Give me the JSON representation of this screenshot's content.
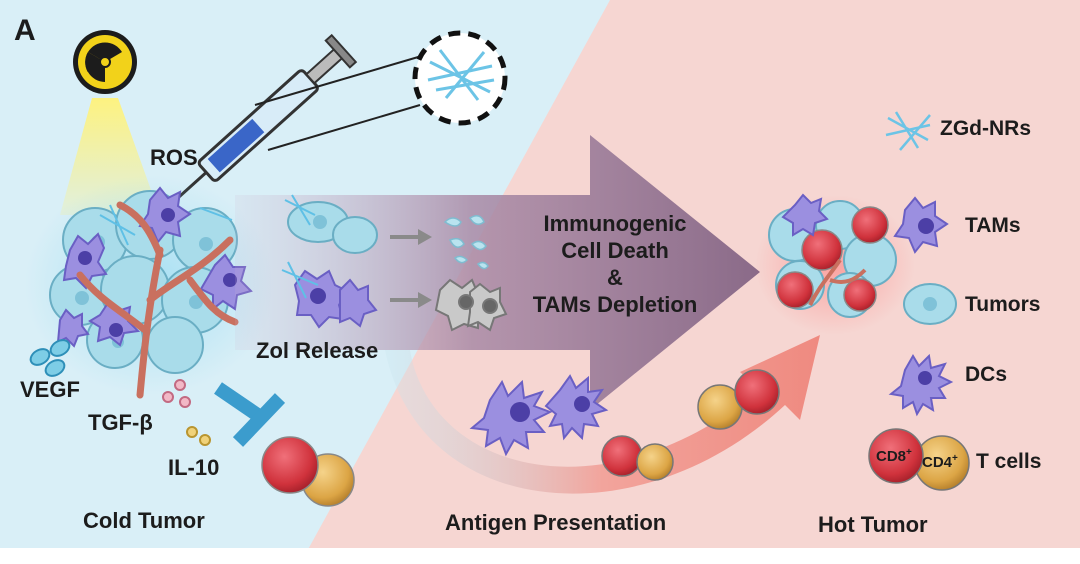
{
  "figure": {
    "panel_label": "A",
    "labels": {
      "ros": "ROS",
      "vegf": "VEGF",
      "tgf": "TGF-β",
      "il10": "IL-10",
      "cold_tumor": "Cold Tumor",
      "zol_release": "Zol Release",
      "process_line1": "Immunogenic",
      "process_line2": "Cell Death",
      "process_line3": "&",
      "process_line4": "TAMs Depletion",
      "antigen_presentation": "Antigen Presentation",
      "hot_tumor": "Hot Tumor"
    },
    "legend": [
      {
        "key": "zgd",
        "label": "ZGd-NRs"
      },
      {
        "key": "tams",
        "label": "TAMs"
      },
      {
        "key": "tumors",
        "label": "Tumors"
      },
      {
        "key": "dcs",
        "label": "DCs"
      },
      {
        "key": "tcells",
        "label": "T cells",
        "cd8": "CD8",
        "cd4": "CD4",
        "sup": "+"
      }
    ],
    "colors": {
      "cold_bg": "#d9eff7",
      "hot_bg": "#f6d6d2",
      "arrow": "#8c6b8c",
      "inhibit": "#3b9ccd",
      "tumor_cell": "#a9dcea",
      "tam": "#9b8fe0",
      "cd8": "#d3333a",
      "cd4": "#e2aa42",
      "vessel": "#c9705f"
    }
  }
}
